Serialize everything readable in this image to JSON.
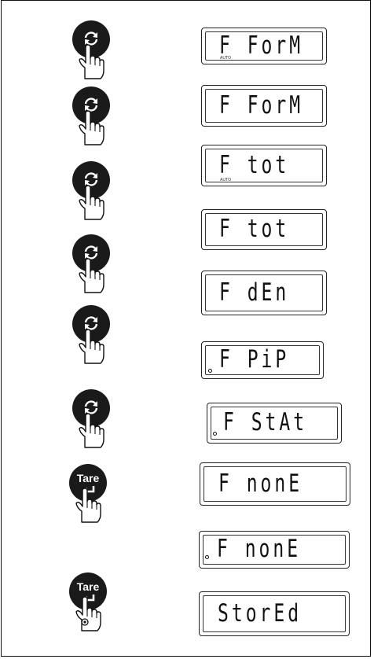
{
  "keys": {
    "tare_label": "Tare"
  },
  "icons": {
    "menu_key": "cycle-arrows-icon",
    "tare_key": "enter-arrow-icon",
    "hand": "pressing-hand-icon"
  },
  "displays": [
    {
      "text": "F ForM",
      "auto": "AUTO",
      "dot": false
    },
    {
      "text": "F ForM",
      "auto": "",
      "dot": false
    },
    {
      "text": "F tot",
      "auto": "AUTO",
      "dot": false
    },
    {
      "text": "F tot",
      "auto": "",
      "dot": false
    },
    {
      "text": "F dEn",
      "auto": "",
      "dot": false
    },
    {
      "text": "F PiP",
      "auto": "",
      "dot": true
    },
    {
      "text": "F StAt",
      "auto": "",
      "dot": true
    },
    {
      "text": "F nonE",
      "auto": "",
      "dot": false
    },
    {
      "text": "F nonE",
      "auto": "",
      "dot": true
    },
    {
      "text": "StorEd",
      "auto": "",
      "dot": false
    }
  ]
}
